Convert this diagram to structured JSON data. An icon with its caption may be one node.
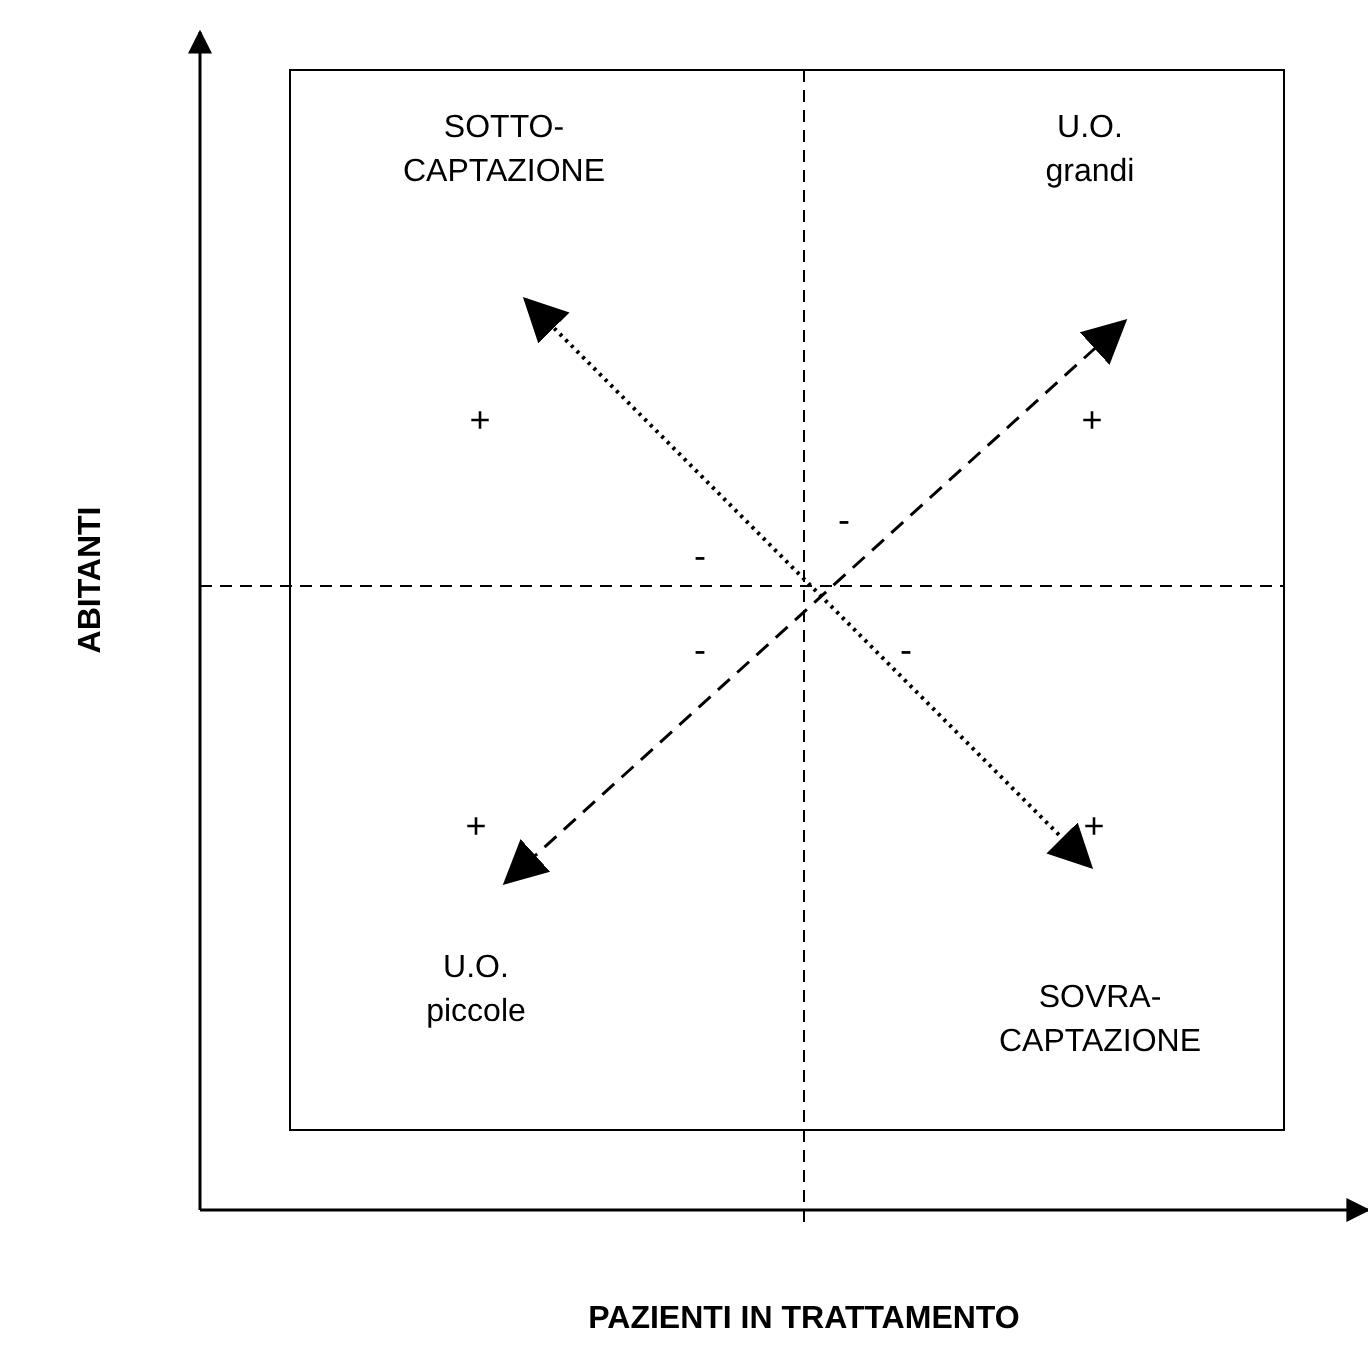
{
  "diagram": {
    "labels": [
      "SOTTO- CAPTAZIONE",
      "U.O. grandi",
      "+",
      "+",
      "-",
      "ABITANTI",
      "-",
      "-",
      "-",
      "+",
      "+",
      "U.O. piccole",
      "SOVRA- CAPTAZIONE",
      "PAZIENTI IN TRATTAMENTO"
    ]
  }
}
